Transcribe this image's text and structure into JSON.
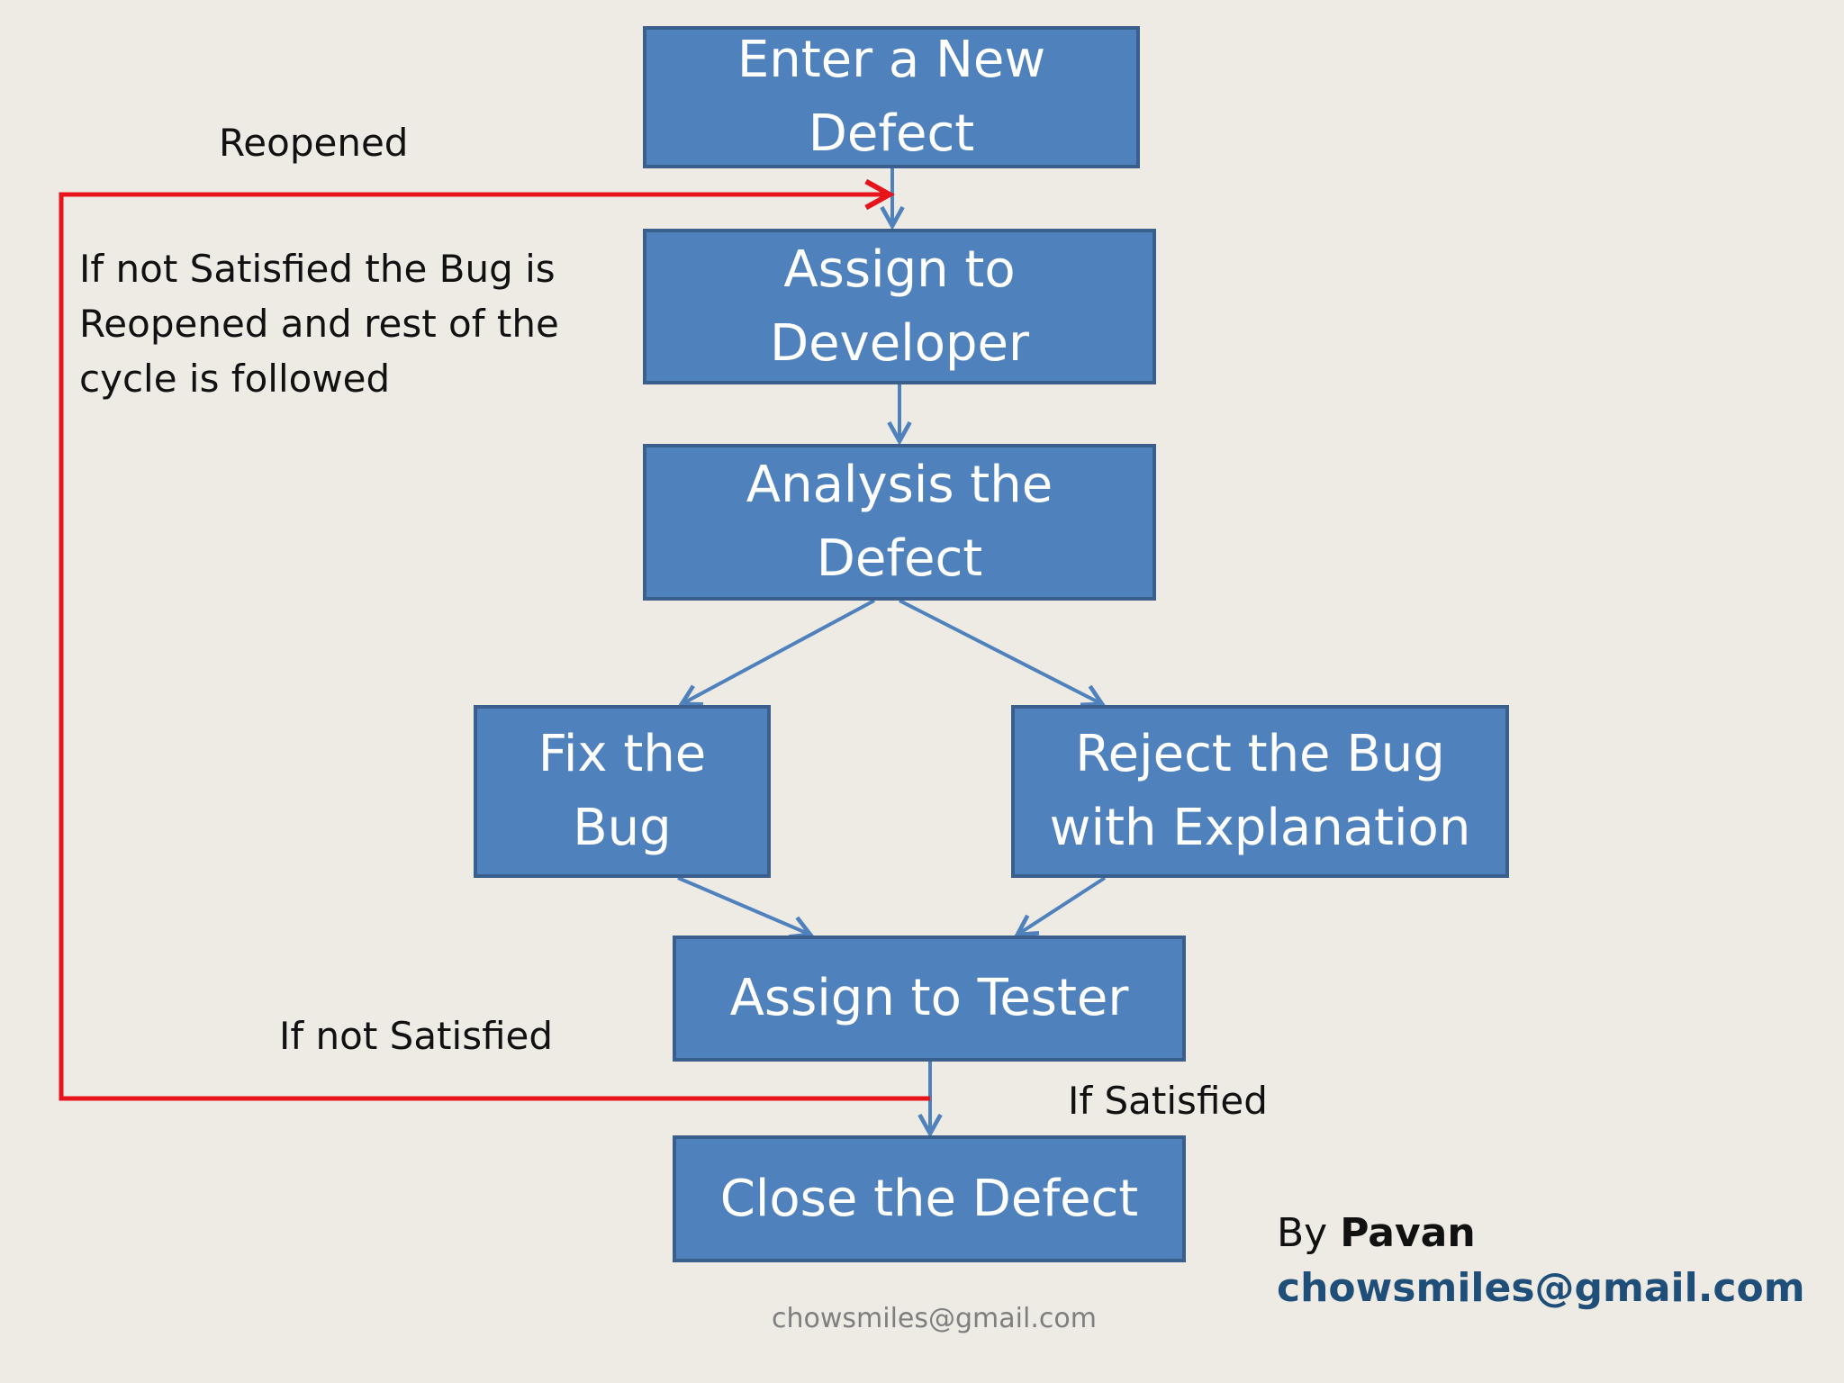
{
  "colors": {
    "background": "#eeebe5",
    "box_fill": "#4f81bd",
    "box_border": "#3a5f8c",
    "flow_arrow": "#4f81bd",
    "loop_line": "#e8141c",
    "email_text": "#1f4e79"
  },
  "nodes": {
    "enter_defect": "Enter a New\nDefect",
    "assign_developer": "Assign to\nDeveloper",
    "analysis": "Analysis the\nDefect",
    "fix_bug": "Fix the\nBug",
    "reject_bug": "Reject the Bug\nwith Explanation",
    "assign_tester": "Assign to Tester",
    "close_defect": "Close the Defect"
  },
  "labels": {
    "reopened": "Reopened",
    "note": "If not Satisfied the Bug is\nReopened and rest of the\ncycle is followed",
    "if_not_satisfied": "If not Satisfied",
    "if_satisfied": "If Satisfied"
  },
  "author": {
    "by": "By ",
    "name": "Pavan",
    "email": "chowsmiles@gmail.com"
  },
  "footer": {
    "email": "chowsmiles@gmail.com"
  }
}
